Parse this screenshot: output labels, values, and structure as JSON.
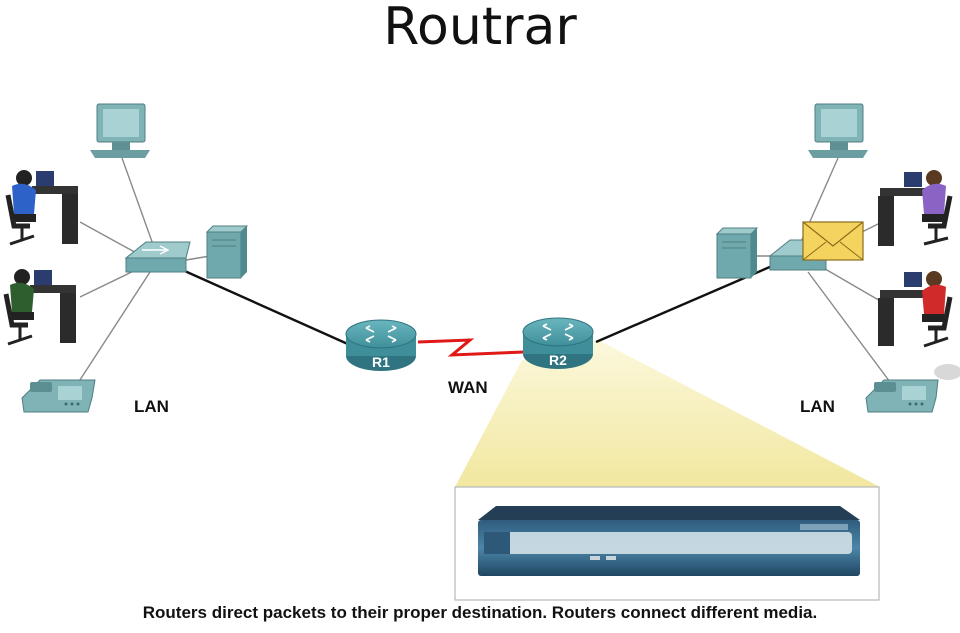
{
  "slide": {
    "title": "Routrar"
  },
  "labels": {
    "lan_left": "LAN",
    "lan_right": "LAN",
    "wan": "WAN"
  },
  "routers": [
    {
      "name": "R1"
    },
    {
      "name": "R2"
    }
  ],
  "caption": "Routers direct packets to their proper destination. Routers connect different media.",
  "colors": {
    "router_body": "#3f8f9a",
    "device_teal": "#6fa9ad",
    "wan_link": "#e01818",
    "lan_link": "#111111",
    "spotlight": "#f3eca2",
    "envelope": "#f4d35e"
  },
  "icons": {
    "desktop": "computer-icon",
    "worker": "person-at-workstation-icon",
    "server": "server-icon",
    "switch": "switch-icon",
    "phone": "ip-phone-icon",
    "router": "router-icon",
    "message": "envelope-icon"
  }
}
